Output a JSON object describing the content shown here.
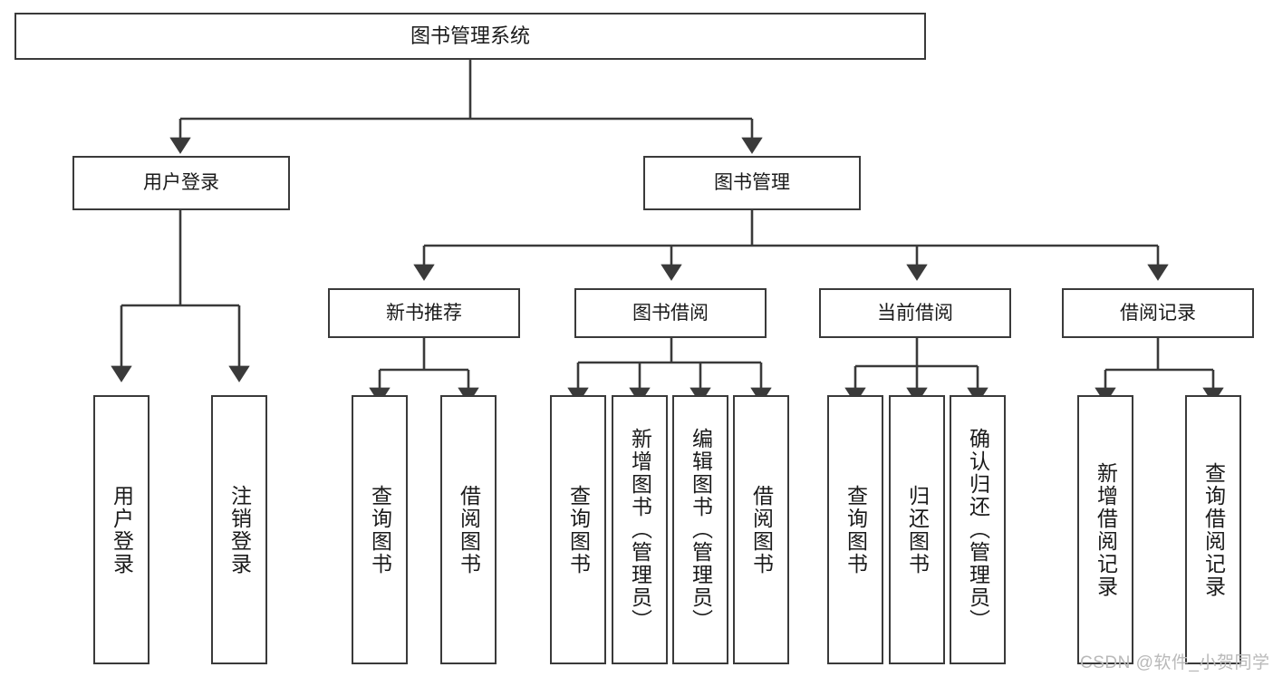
{
  "diagram": {
    "title": "图书管理系统",
    "type": "tree-hierarchy",
    "stroke_color": "#3a3a3a",
    "fill_color": "#ffffff",
    "text_color": "#1a1a1a"
  },
  "nodes": {
    "root": {
      "label": "图书管理系统"
    },
    "level2": [
      {
        "id": "user-login",
        "label": "用户登录"
      },
      {
        "id": "book-manage",
        "label": "图书管理"
      }
    ],
    "level3": [
      {
        "id": "new-book-rec",
        "label": "新书推荐"
      },
      {
        "id": "book-borrow",
        "label": "图书借阅"
      },
      {
        "id": "current-borrow",
        "label": "当前借阅"
      },
      {
        "id": "borrow-record",
        "label": "借阅记录"
      }
    ],
    "leaves": {
      "user_login": [
        {
          "id": "leaf-user-login",
          "label": "用户登录"
        },
        {
          "id": "leaf-logout",
          "label": "注销登录"
        }
      ],
      "new_book_rec": [
        {
          "id": "leaf-query-book-1",
          "label": "查询图书"
        },
        {
          "id": "leaf-borrow-book-1",
          "label": "借阅图书"
        }
      ],
      "book_borrow": [
        {
          "id": "leaf-query-book-2",
          "label": "查询图书"
        },
        {
          "id": "leaf-add-book",
          "label": "新增图书（管理员）"
        },
        {
          "id": "leaf-edit-book",
          "label": "编辑图书（管理员）"
        },
        {
          "id": "leaf-borrow-book-2",
          "label": "借阅图书"
        }
      ],
      "current_borrow": [
        {
          "id": "leaf-query-book-3",
          "label": "查询图书"
        },
        {
          "id": "leaf-return-book",
          "label": "归还图书"
        },
        {
          "id": "leaf-confirm-return",
          "label": "确认归还（管理员）"
        }
      ],
      "borrow_record": [
        {
          "id": "leaf-add-record",
          "label": "新增借阅记录"
        },
        {
          "id": "leaf-query-record",
          "label": "查询借阅记录"
        }
      ]
    }
  },
  "watermark": {
    "text": "CSDN @软件_小贺同学"
  }
}
